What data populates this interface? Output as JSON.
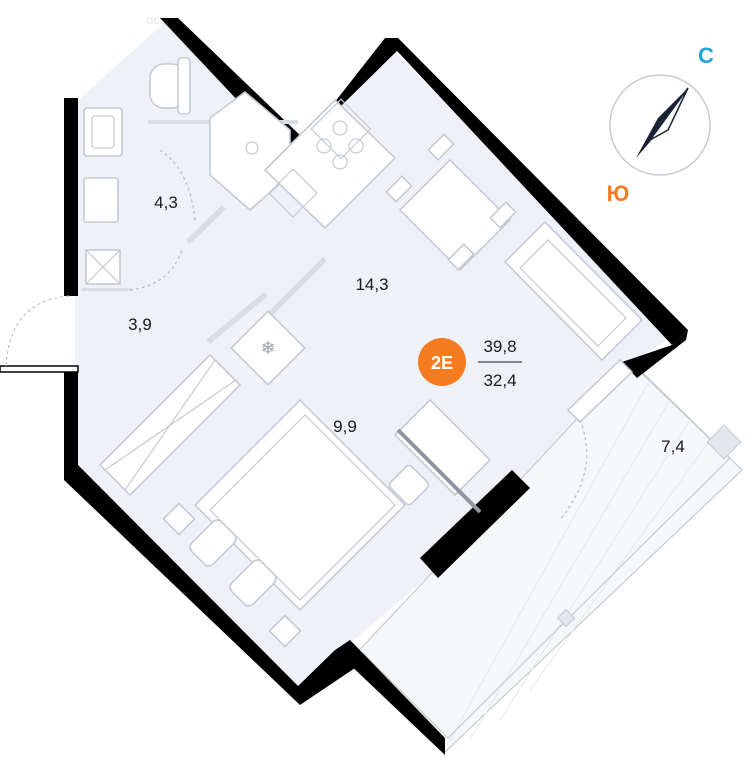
{
  "watermark": "ость",
  "rooms": {
    "bathroom": "4,3",
    "hallway": "3,9",
    "kitchen_living": "14,3",
    "bedroom": "9,9",
    "balcony": "7,4"
  },
  "apartment": {
    "badge": "2E",
    "total_area": "39,8",
    "living_area": "32,4",
    "accent_color": "#f47b20"
  },
  "compass": {
    "north": "С",
    "south": "Ю",
    "north_color": "#1fa3d6",
    "south_color": "#f47b20"
  }
}
